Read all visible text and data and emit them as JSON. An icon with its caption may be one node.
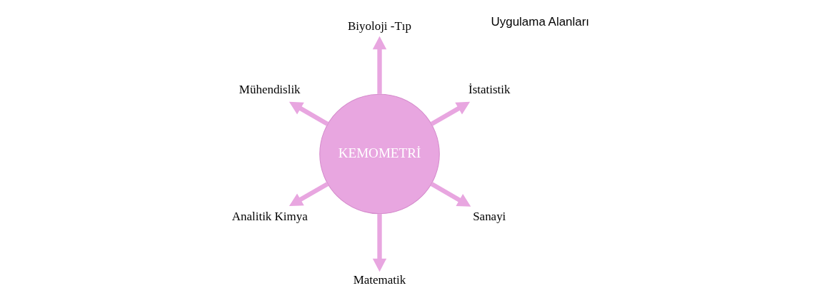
{
  "diagram": {
    "nodes": [
      {
        "text": [
          "KEMOMETRİ"
        ]
      },
      {
        "text": [
          "İstatistik"
        ]
      },
      {
        "text": [
          "Biyoloji -Tıp"
        ]
      },
      {
        "text": [
          "Mühendislik"
        ]
      },
      {
        "text": [
          "Analitik Kimya"
        ]
      },
      {
        "text": [
          "Matematik"
        ]
      },
      {
        "text": [
          "Sanayi"
        ]
      }
    ],
    "edges": [
      {
        "from": 0,
        "to": 1,
        "arrow": "to"
      },
      {
        "from": 0,
        "to": 2,
        "arrow": "to"
      },
      {
        "from": 0,
        "to": 3,
        "arrow": "to"
      },
      {
        "from": 0,
        "to": 4,
        "arrow": "to"
      },
      {
        "from": 0,
        "to": 5,
        "arrow": "to"
      },
      {
        "from": 0,
        "to": 6,
        "arrow": "to"
      }
    ],
    "labels": [
      "Uygulama Alanları"
    ]
  }
}
